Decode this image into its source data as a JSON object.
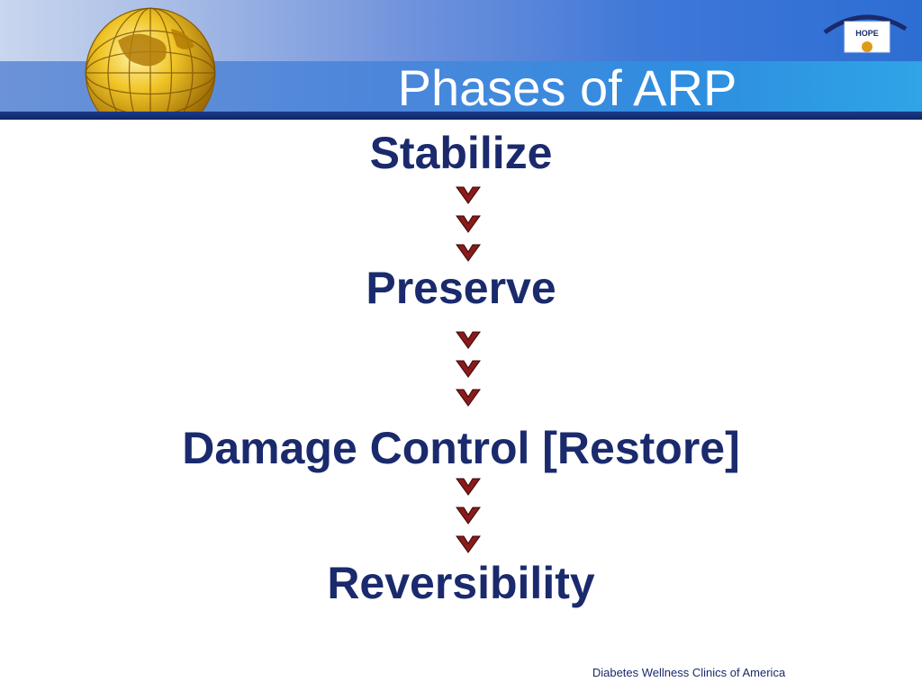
{
  "slide": {
    "title": "Phases of ARP",
    "footer": "Diabetes Wellness Clinics of America",
    "logo_text": "HOPE",
    "phases": [
      "Stabilize",
      "Preserve",
      "Damage Control [Restore]",
      "Reversibility"
    ],
    "arrow_icon": "chevron-down-icon",
    "colors": {
      "heading": "#1a2a6c",
      "banner": "#3f78d8",
      "arrow": "#8b1a1a",
      "globe": "#e0b020"
    }
  }
}
